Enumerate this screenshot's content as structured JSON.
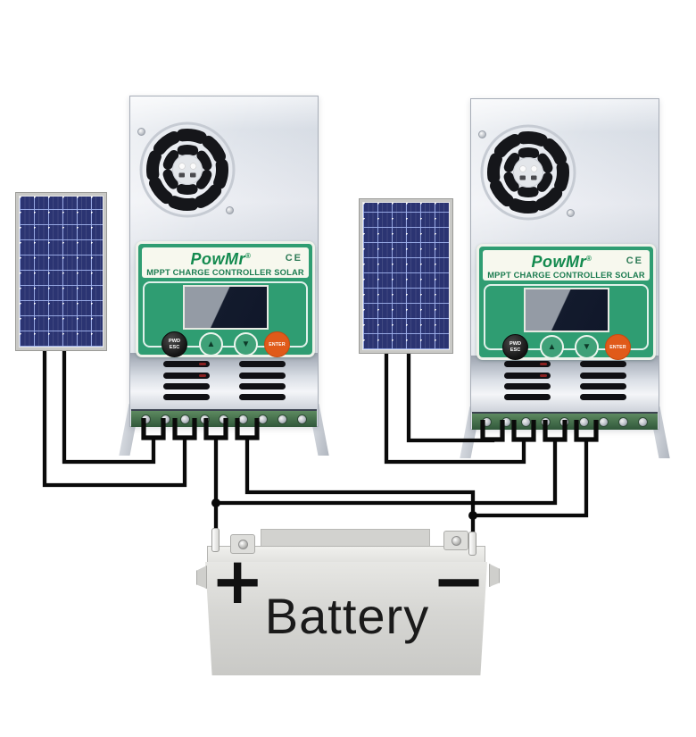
{
  "diagram": {
    "description_labels": {
      "battery_label": "Battery",
      "battery_positive_symbol": "+",
      "battery_negative_symbol": "−"
    }
  },
  "controllers": [
    {
      "id": "left",
      "brand": "PowMr",
      "trademark": "®",
      "certification": "CE",
      "subtitle": "MPPT CHARGE CONTROLLER SOLAR",
      "buttons": {
        "esc_line1": "PWD",
        "esc_line2": "ESC",
        "up_icon": "▲",
        "down_icon": "▼",
        "enter": "ENTER"
      }
    },
    {
      "id": "right",
      "brand": "PowMr",
      "trademark": "®",
      "certification": "CE",
      "subtitle": "MPPT CHARGE CONTROLLER SOLAR",
      "buttons": {
        "esc_line1": "PWD",
        "esc_line2": "ESC",
        "up_icon": "▲",
        "down_icon": "▼",
        "enter": "ENTER"
      }
    }
  ],
  "battery": {
    "label": "Battery",
    "positive_symbol": "+",
    "negative_symbol": "−"
  },
  "colors": {
    "panel_green": "#2F9D72",
    "band_ivory": "#F7F8EE",
    "brand_green": "#138A4F",
    "enter_orange": "#E05A1A",
    "wire_black": "#0A0A0A",
    "solar_cell_blue": "#2B3472",
    "case_silver": "#E9ECF1",
    "battery_gray": "#D6D6D3"
  }
}
